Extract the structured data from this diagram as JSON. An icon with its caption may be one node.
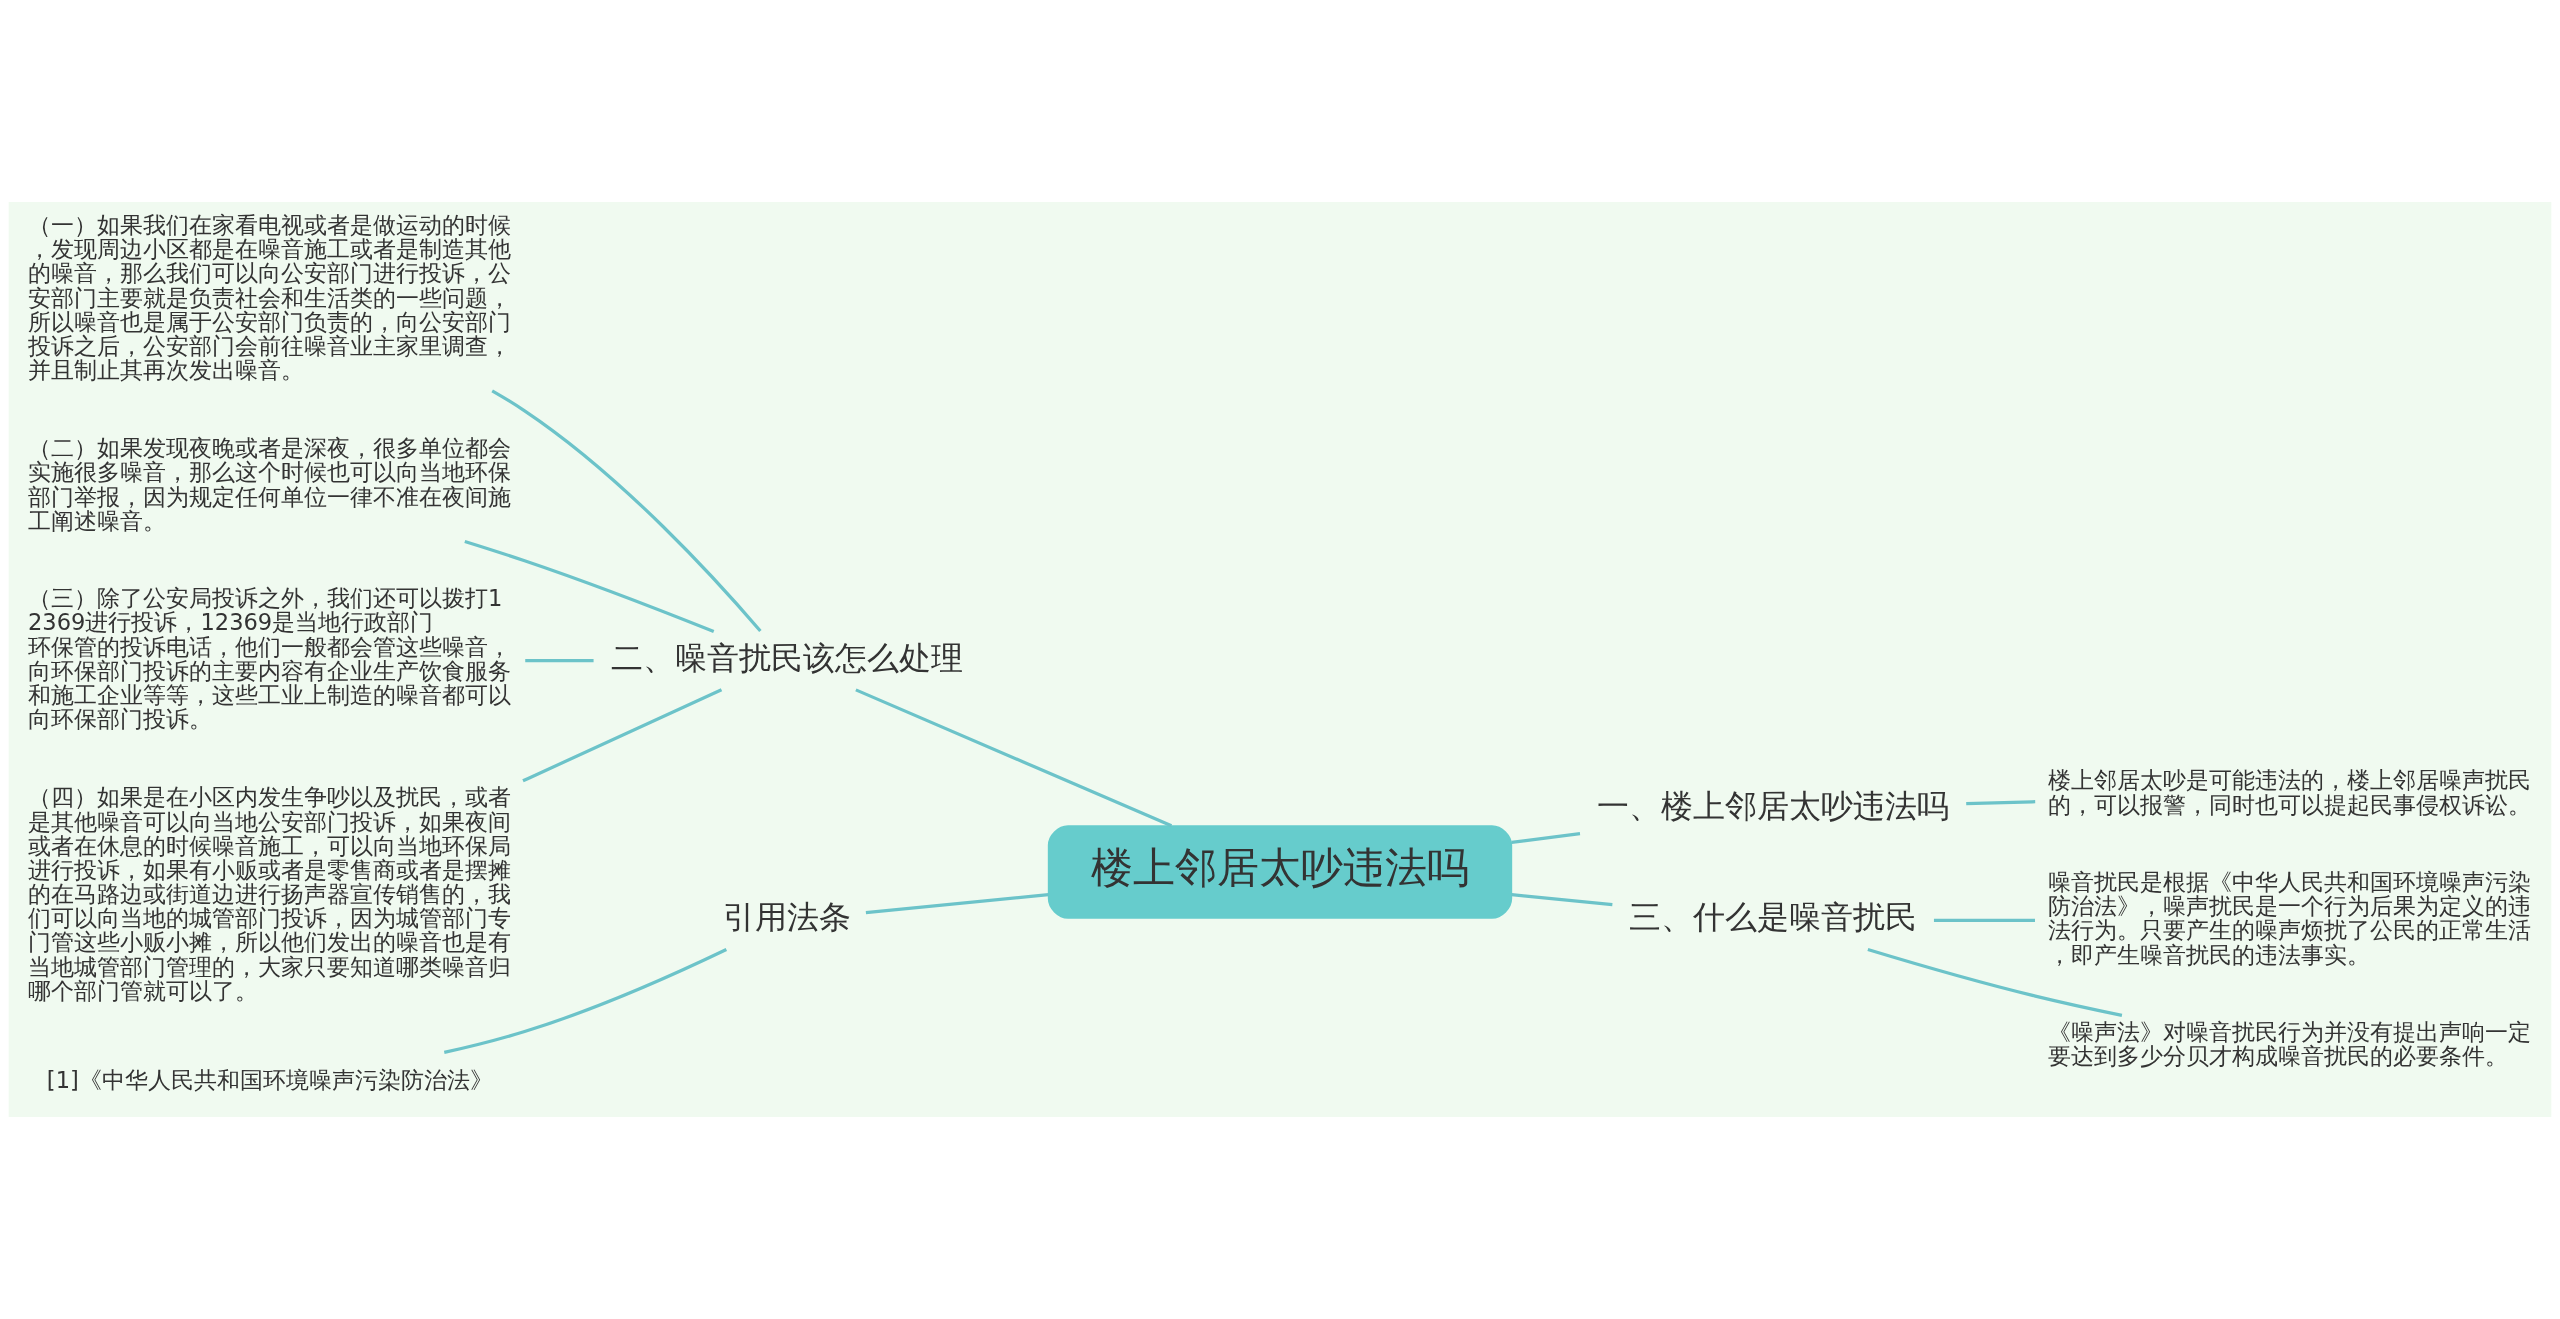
{
  "diagram": {
    "nodes": [
      {
        "text": [
          "楼上邻居太吵违法吗"
        ]
      },
      {
        "text": [
          "一、楼上邻居太吵违法吗"
        ]
      },
      {
        "text": [
          "楼上邻居太吵是可能违法的，楼上邻居噪声扰民的，可以报警，同时也可以提起民事侵权诉讼。"
        ]
      },
      {
        "text": [
          "二、噪音扰民该怎么处理"
        ]
      },
      {
        "text": [
          "（一）如果我们在家看电视或者是做运动的时候，发现周边小区都是在噪音施工或者是制造其他的噪音，那么我们可以向公安部门进行投诉，公安部门主要就是负责社会和生活类的一些问题，所以噪音也是属于公安部门负责的，向公安部门投诉之后，公安部门会前往噪音业主家里调查，并且制止其再次发出噪音。"
        ]
      },
      {
        "text": [
          "（二）如果发现夜晚或者是深夜，很多单位都会实施很多噪音，那么这个时候也可以向当地环保部门举报，因为规定任何单位一律不准在夜间施工阐述噪音。"
        ]
      },
      {
        "text": [
          "（三）除了公安局投诉之外，我们还可以拨打12369进行投诉，12369是当地行政部门环保管的投诉电话，他们一般都会管这些噪音，向环保部门投诉的主要内容有企业生产饮食服务和施工企业等等，这些工业上制造的噪音都可以向环保部门投诉。"
        ]
      },
      {
        "text": [
          "（四）如果是在小区内发生争吵以及扰民，或者是其他噪音可以向当地公安部门投诉，如果夜间或者在休息的时候噪音施工，可以向当地环保局进行投诉，如果有小贩或者是零售商或者是摆摊的在马路边或街道边进行扬声器宣传销售的，我们可以向当地的城管部门投诉，因为城管部门专门管这些小贩小摊，所以他们发出的噪音也是有当地城管部门管理的，大家只要知道哪类噪音归哪个部门管就可以了。"
        ]
      },
      {
        "text": [
          "三、什么是噪音扰民"
        ]
      },
      {
        "text": [
          "噪音扰民是根据《中华人民共和国环境噪声污染防治法》，噪声扰民是一个行为后果为定义的违法行为。只要产生的噪声烦扰了公民的正常生活，即产生噪音扰民的违法事实。"
        ]
      },
      {
        "text": [
          "《噪声法》对噪音扰民行为并没有提出声响一定要达到多少分贝才构成噪音扰民的必要条件。"
        ]
      },
      {
        "text": [
          "引用法条"
        ]
      },
      {
        "text": [
          "[1]《中华人民共和国环境噪声污染防治法》"
        ]
      }
    ],
    "edges": [
      {
        "from": 0,
        "to": 1,
        "arrow": "none"
      },
      {
        "from": 1,
        "to": 2,
        "arrow": "none"
      },
      {
        "from": 0,
        "to": 3,
        "arrow": "none"
      },
      {
        "from": 3,
        "to": 4,
        "arrow": "none"
      },
      {
        "from": 3,
        "to": 5,
        "arrow": "none"
      },
      {
        "from": 3,
        "to": 6,
        "arrow": "none"
      },
      {
        "from": 3,
        "to": 7,
        "arrow": "none"
      },
      {
        "from": 0,
        "to": 8,
        "arrow": "none"
      },
      {
        "from": 8,
        "to": 9,
        "arrow": "none"
      },
      {
        "from": 8,
        "to": 10,
        "arrow": "none"
      },
      {
        "from": 0,
        "to": 11,
        "arrow": "none"
      },
      {
        "from": 11,
        "to": 12,
        "arrow": "none"
      }
    ]
  }
}
